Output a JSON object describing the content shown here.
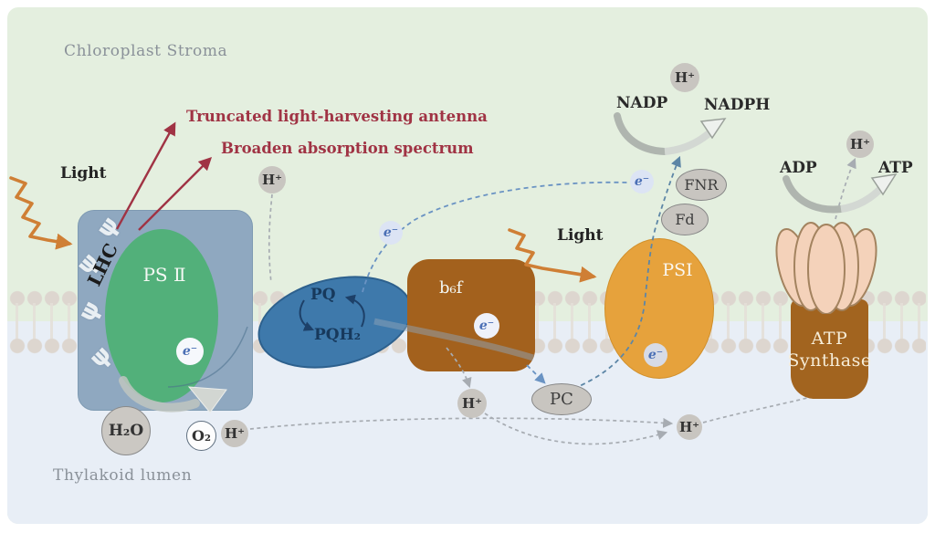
{
  "title": "Photosynthetic electron transport chain diagram",
  "regions": {
    "stroma_label": "Chloroplast Stroma",
    "lumen_label": "Thylakoid lumen"
  },
  "annotations": {
    "truncated": "Truncated light-harvesting antenna",
    "broaden": "Broaden absorption spectrum"
  },
  "light": {
    "left_label": "Light",
    "right_label": "Light"
  },
  "complexes": {
    "lhc": "LHC",
    "psii": "PS Ⅱ",
    "pq": "PQ",
    "pqh2": "PQH₂",
    "b6f": "b₆f",
    "psi": "PSⅠ",
    "pc": "PC",
    "fnr": "FNR",
    "fd": "Fd",
    "atp_synthase_line1": "ATP",
    "atp_synthase_line2": "Synthase"
  },
  "molecules": {
    "h_plus": "H⁺",
    "h2o": "H₂O",
    "o2": "O₂",
    "electron": "e⁻",
    "nadp": "NADP",
    "nadph": "NADPH",
    "adp": "ADP",
    "atp": "ATP"
  },
  "icons": {
    "antenna_glyph": "ψ"
  },
  "colors": {
    "stroma_bg": "#e4efdf",
    "lumen_bg": "#e8eef6",
    "membrane_head": "#ddd6cf",
    "psii_box": "#8fa8c0",
    "psii_core": "#52b07a",
    "pq_fill": "#3e79ab",
    "pq_border": "#2d608d",
    "b6f_fill": "#a3611d",
    "psi_fill": "#e6a23c",
    "synthase_head": "#f4d2ba",
    "synthase_stalk": "#a2641f",
    "gray_circle": "#c8c5c0",
    "electron_blue": "#4a6fb5",
    "annotation_red": "#a03344",
    "light_orange": "#cf7f35",
    "dash_gray": "#a7acb2",
    "dash_blue": "#6a93c3"
  }
}
